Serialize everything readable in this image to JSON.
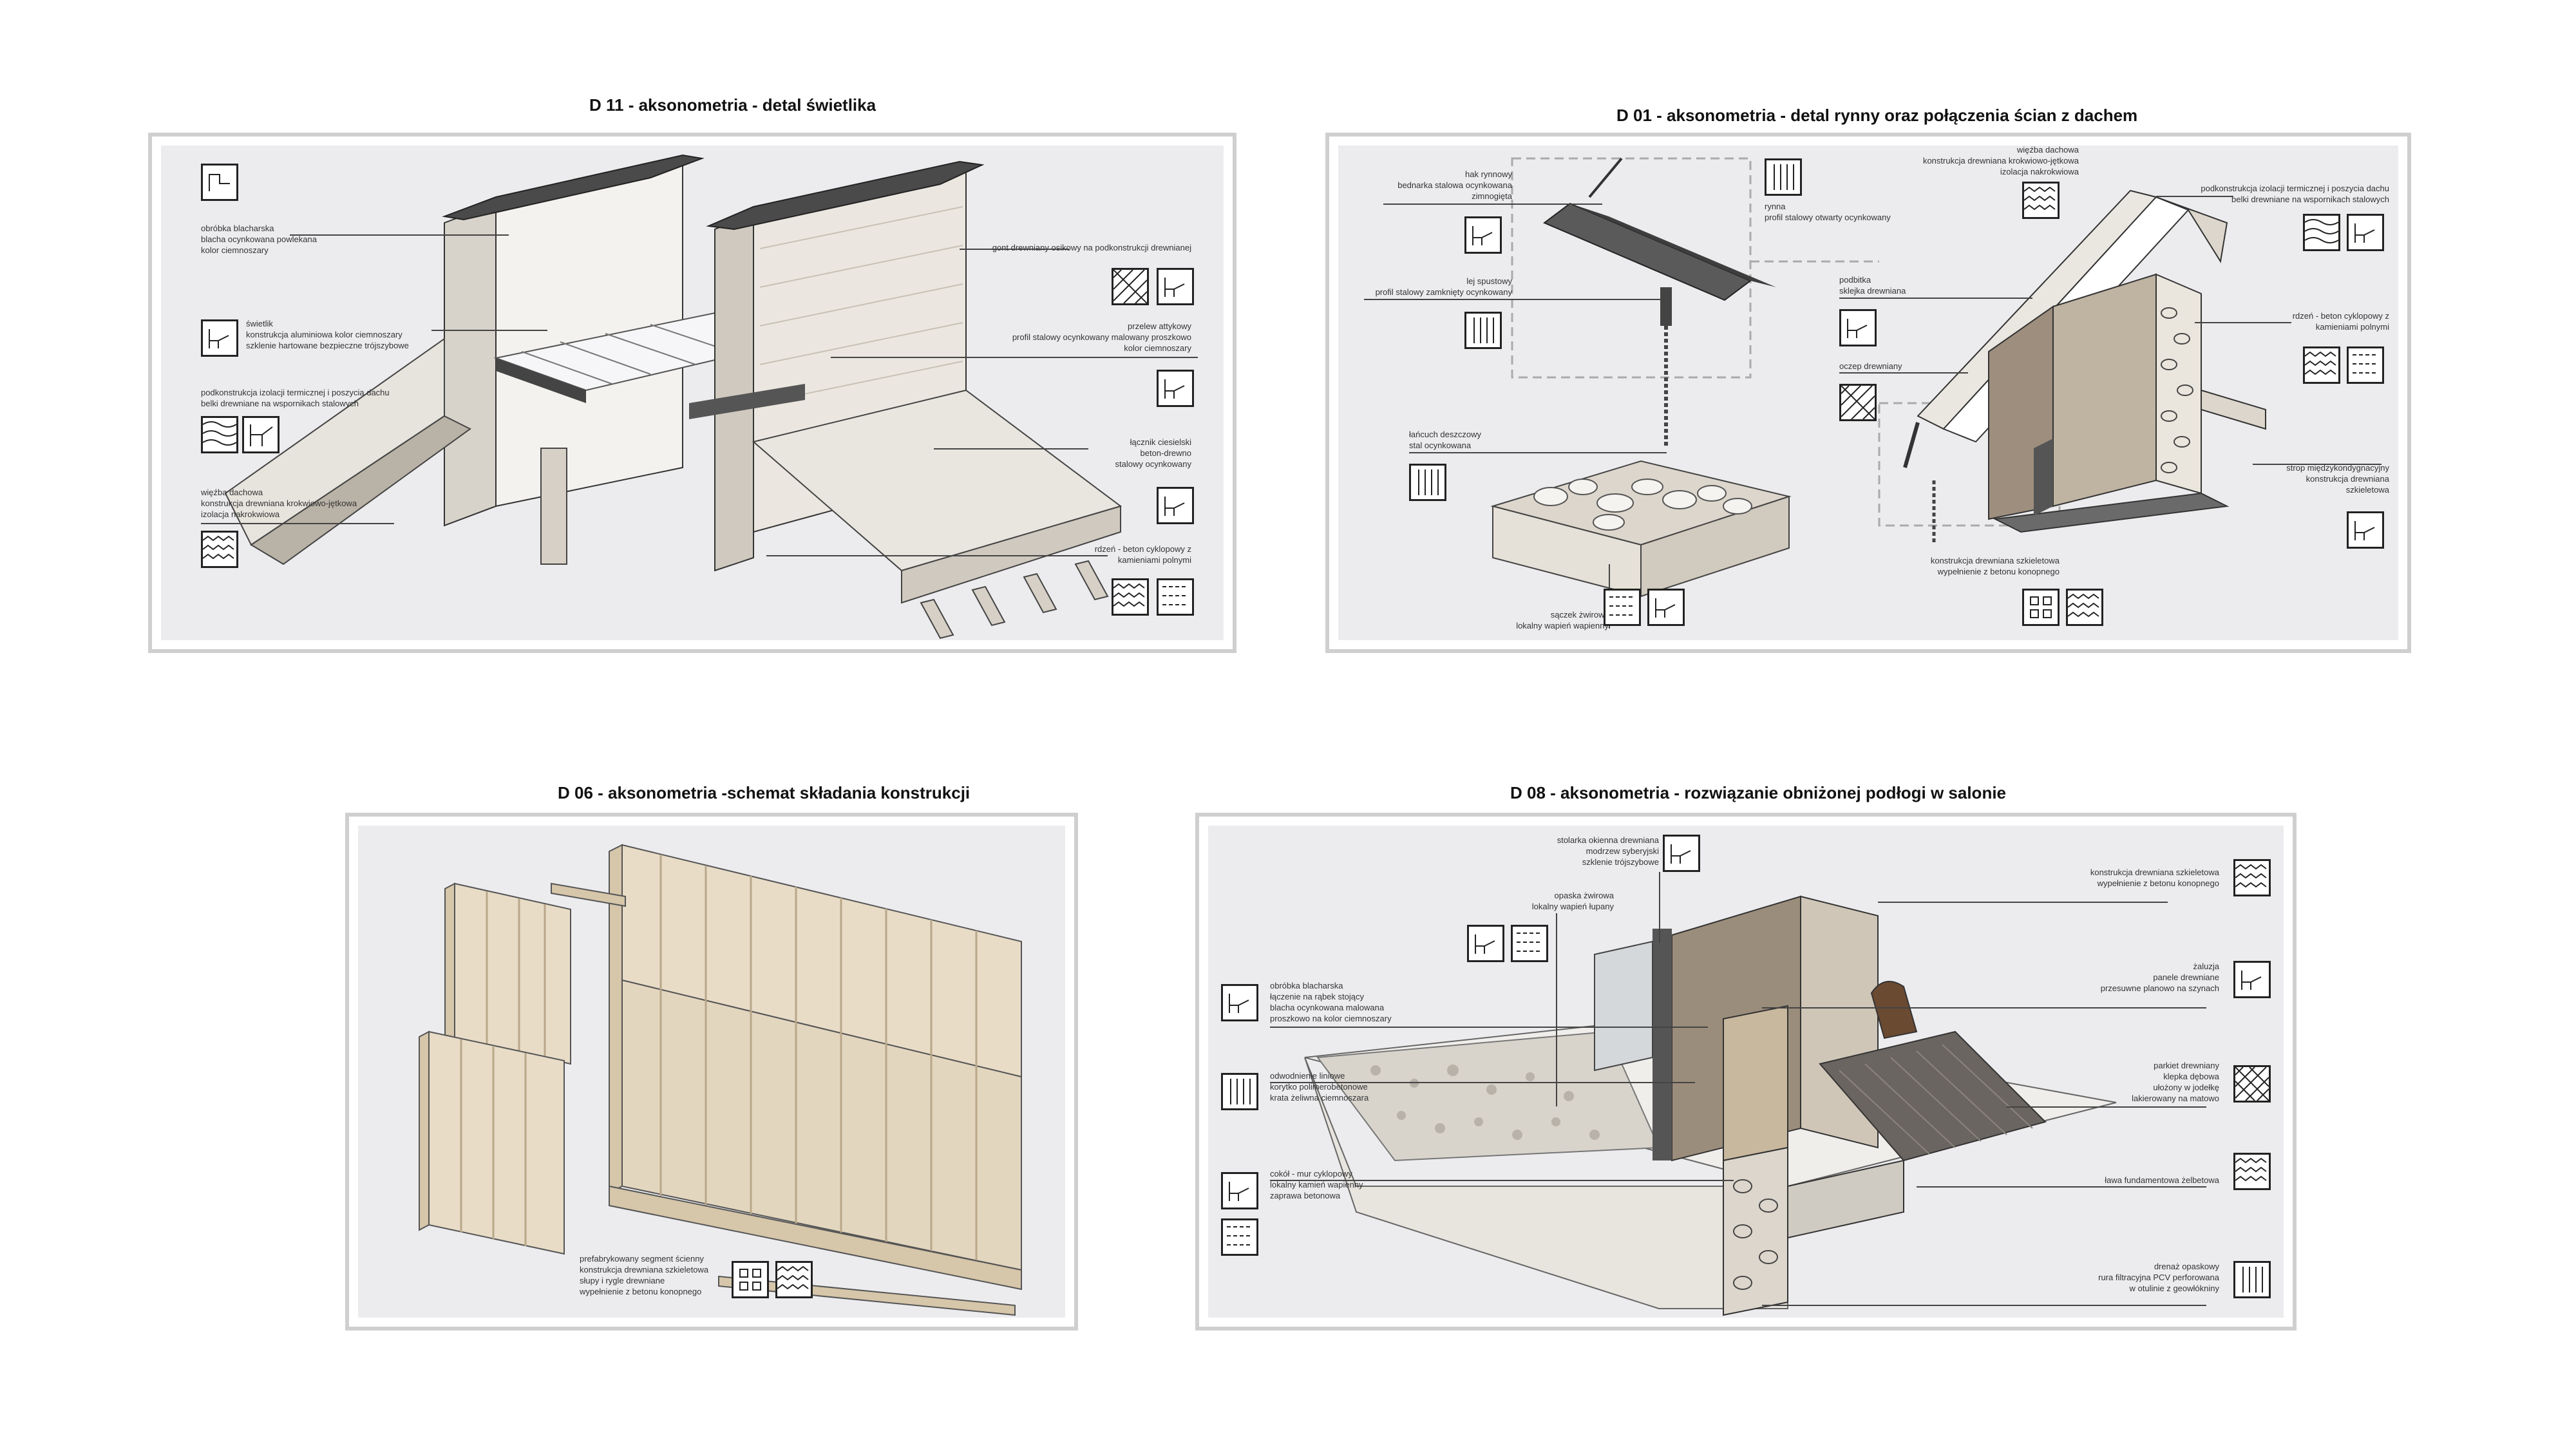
{
  "panels": {
    "d11": {
      "title": "D 11 - aksonometria - detal świetlika",
      "labels": {
        "l1": "obróbka blacharska\nblacha ocynkowana powlekana\nkolor ciemnoszary",
        "l2": "świetlik\nkonstrukcja aluminiowa kolor ciemnoszary\nszklenie hartowane bezpieczne trójszybowe",
        "l3": "podkonstrukcja izolacji termicznej i poszycia dachu\nbelki drewniane na wspornikach stalowych",
        "l4": "więźba dachowa\nkonstrukcja drewniana krokwiowo-jętkowa\nizolacja nakrokwiowa",
        "r1": "gont drewniany osikowy na podkonstrukcji drewnianej",
        "r2": "przelew attykowy\nprofil stalowy ocynkowany malowany proszkowo\nkolor ciemnoszary",
        "r3": "łącznik ciesielski\nbeton-drewno\nstalowy ocynkowany",
        "r4": "rdzeń - beton cyklopowy z\nkamieniami polnymi"
      }
    },
    "d01": {
      "title": "D 01 - aksonometria - detal rynny oraz połączenia ścian z dachem",
      "labels": {
        "l1": "hak rynnowy\nbednarka stalowa ocynkowana\nzimnogięta",
        "l2": "lej spustowy\nprofil stalowy zamknięty ocynkowany",
        "l3": "łańcuch deszczowy\nstal ocynkowana",
        "m1": "rynna\nprofil stalowy otwarty ocynkowany",
        "m2": "podbitka\nsklejka drewniana",
        "m3": "oczep drewniany",
        "m4": "sączek żwirowy\nlokalny wapień wapienny",
        "m5": "konstrukcja drewniana szkieletowa\nwypełnienie z betonu konopnego",
        "r1": "więźba dachowa\nkonstrukcja drewniana krokwiowo-jętkowa\nizolacja nakrokwiowa",
        "r2": "podkonstrukcja izolacji termicznej i poszycia dachu\nbelki drewniane na wspornikach stalowych",
        "r3": "rdzeń - beton cyklopowy z\nkamieniami polnymi",
        "r4": "strop międzykondygnacyjny\nkonstrukcja drewniana\nszkieletowa"
      }
    },
    "d06": {
      "title": "D 06 - aksonometria -schemat składania konstrukcji",
      "labels": {
        "l1": "prefabrykowany segment ścienny\nkonstrukcja drewniana szkieletowa\nsłupy i rygle drewniane\nwypełnienie z betonu konopnego"
      }
    },
    "d08": {
      "title": "D 08 - aksonometria - rozwiązanie obniżonej podłogi w salonie",
      "labels": {
        "t1": "stolarka okienna drewniana\nmodrzew syberyjski\nszklenie trójszybowe",
        "t2": "opaska żwirowa\nlokalny wapień łupany",
        "l1": "obróbka blacharska\nłączenie na rąbek stojący\nblacha ocynkowana malowana\nproszkowo na kolor ciemnoszary",
        "l2": "odwodnienie liniowe\nkorytko polimerobetonowe\nkrata żeliwna ciemnoszara",
        "l3": "cokół - mur cyklopowy\nlokalny kamień wapienny\nzaprawa betonowa",
        "r1": "konstrukcja drewniana szkieletowa\nwypełnienie z betonu konopnego",
        "r2": "żaluzja\npanele drewniane\nprzesuwne planowo na szynach",
        "r3": "parkiet drewniany\nklepka dębowa\nułożony w jodełkę\nlakierowany na matowo",
        "r4": "ława fundamentowa żelbetowa",
        "r5": "drenaż opaskowy\nrura filtracyjna PCV perforowana\nw otulinie z geowłókniny"
      }
    }
  }
}
